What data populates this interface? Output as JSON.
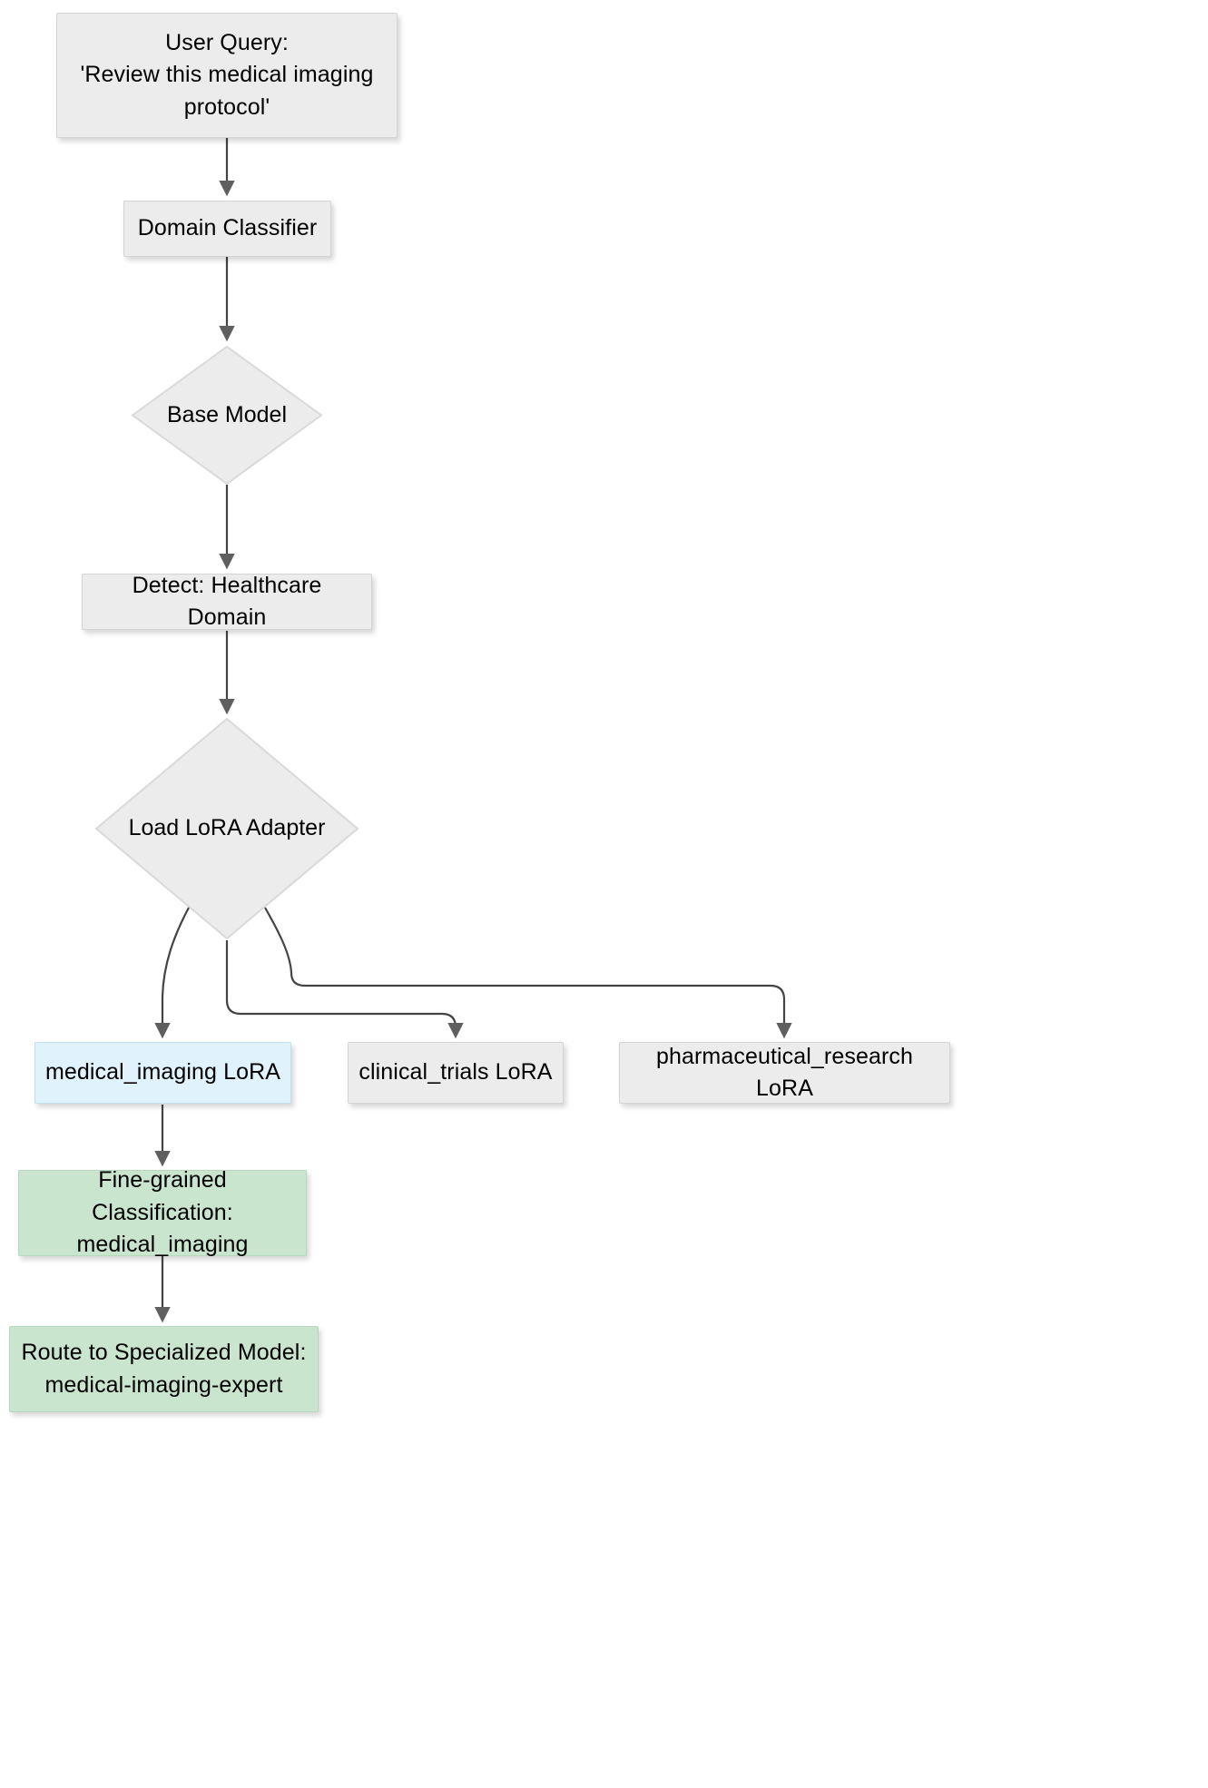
{
  "diagram": {
    "type": "flowchart",
    "direction": "top-down",
    "background": "#ffffff",
    "edge_color": "#333333",
    "default_node_fill": "#ececec",
    "default_node_stroke": "#d4d4d4",
    "highlight_node_fill": "#e0f2fb",
    "success_node_fill": "#c9e5ce",
    "nodes": [
      {
        "id": "user-query",
        "shape": "rectangle",
        "label": "User Query:\n'Review this medical imaging\nprotocol'"
      },
      {
        "id": "domain-classifier",
        "shape": "rectangle",
        "label": "Domain Classifier"
      },
      {
        "id": "base-model",
        "shape": "diamond",
        "label": "Base Model"
      },
      {
        "id": "detect-healthcare-domain",
        "shape": "rectangle",
        "label": "Detect: Healthcare Domain"
      },
      {
        "id": "load-lora-adapter",
        "shape": "diamond",
        "label": "Load LoRA Adapter"
      },
      {
        "id": "medical-imaging-lora",
        "shape": "rectangle",
        "label": "medical_imaging LoRA"
      },
      {
        "id": "clinical-trials-lora",
        "shape": "rectangle",
        "label": "clinical_trials LoRA"
      },
      {
        "id": "pharmaceutical-research-lora",
        "shape": "rectangle",
        "label": "pharmaceutical_research LoRA"
      },
      {
        "id": "fine-grained-classification",
        "shape": "rectangle",
        "label": "Fine-grained Classification:\nmedical_imaging"
      },
      {
        "id": "route-to-specialized-model",
        "shape": "rectangle",
        "label": "Route to Specialized Model:\nmedical-imaging-expert"
      }
    ],
    "edges": [
      {
        "from": "user-query",
        "to": "domain-classifier"
      },
      {
        "from": "domain-classifier",
        "to": "base-model"
      },
      {
        "from": "base-model",
        "to": "detect-healthcare-domain"
      },
      {
        "from": "detect-healthcare-domain",
        "to": "load-lora-adapter"
      },
      {
        "from": "load-lora-adapter",
        "to": "medical-imaging-lora"
      },
      {
        "from": "load-lora-adapter",
        "to": "clinical-trials-lora"
      },
      {
        "from": "load-lora-adapter",
        "to": "pharmaceutical-research-lora"
      },
      {
        "from": "medical-imaging-lora",
        "to": "fine-grained-classification"
      },
      {
        "from": "fine-grained-classification",
        "to": "route-to-specialized-model"
      }
    ]
  }
}
